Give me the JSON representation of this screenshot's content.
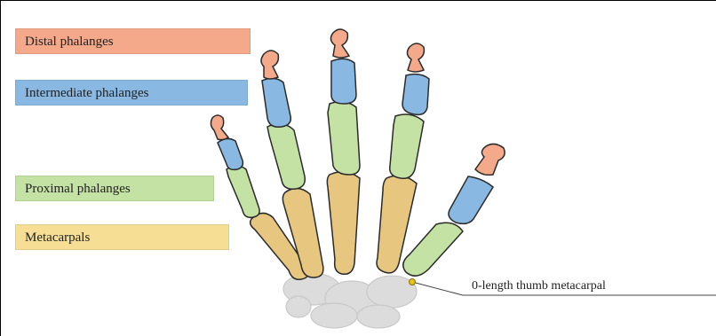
{
  "labels": {
    "distal": "Distal phalanges",
    "intermediate": "Intermediate phalanges",
    "proximal": "Proximal phalanges",
    "metacarpals": "Metacarpals"
  },
  "callout": "0-length thumb metacarpal",
  "colors": {
    "distal": "#f4a98a",
    "intermediate": "#89b8e2",
    "proximal": "#c4e2a4",
    "metacarpals": "#f6df94",
    "metacarpal_bone": "#e7c67f",
    "carpals": "#dcdcdc",
    "outline": "#2a2a2a",
    "callout_dot": "#e8c21a"
  }
}
